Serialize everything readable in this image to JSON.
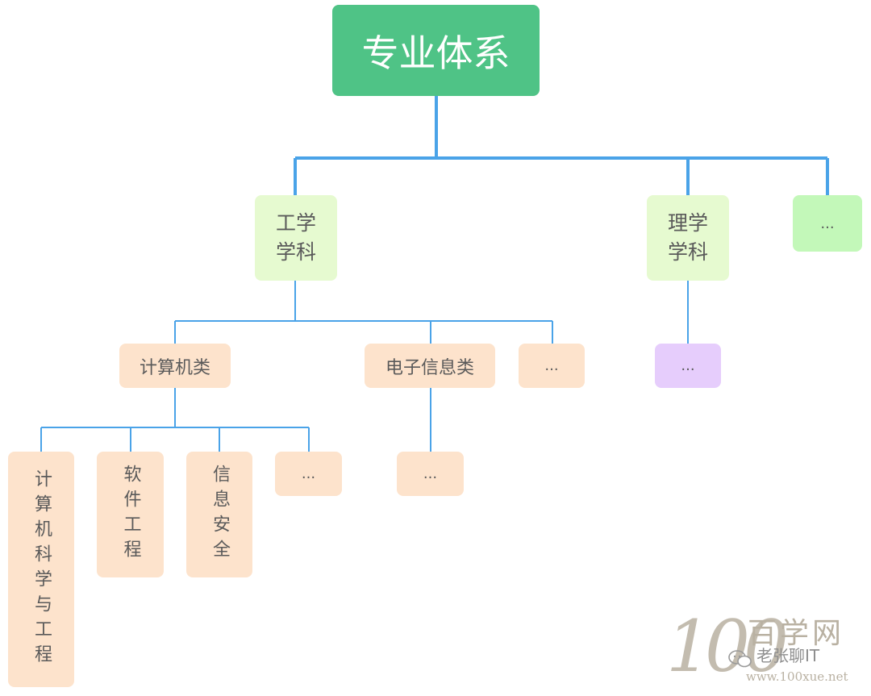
{
  "root": {
    "label": "专业体系"
  },
  "level1": [
    {
      "label": "工学\n学科"
    },
    {
      "label": "理学\n学科"
    },
    {
      "label": "..."
    }
  ],
  "level2": [
    {
      "label": "计算机类"
    },
    {
      "label": "电子信息类"
    },
    {
      "label": "..."
    },
    {
      "label": "..."
    }
  ],
  "level3": [
    {
      "label": "计算机科学与工程"
    },
    {
      "label": "软件工程"
    },
    {
      "label": "信息安全"
    },
    {
      "label": "..."
    },
    {
      "label": "..."
    }
  ],
  "watermark": {
    "logo_number": "100",
    "logo_text": "百学网",
    "account": "老张聊IT",
    "url": "www.100xue.net"
  },
  "colors": {
    "connector_primary": "#4aa3e8",
    "root_fill": "#4fc386",
    "level1_fill": "#e6fad0",
    "level1_extra_fill": "#c3f8b9",
    "level2_fill": "#fde3cc",
    "level2_purple_fill": "#e6cdfc",
    "text": "#5a5a5a"
  }
}
